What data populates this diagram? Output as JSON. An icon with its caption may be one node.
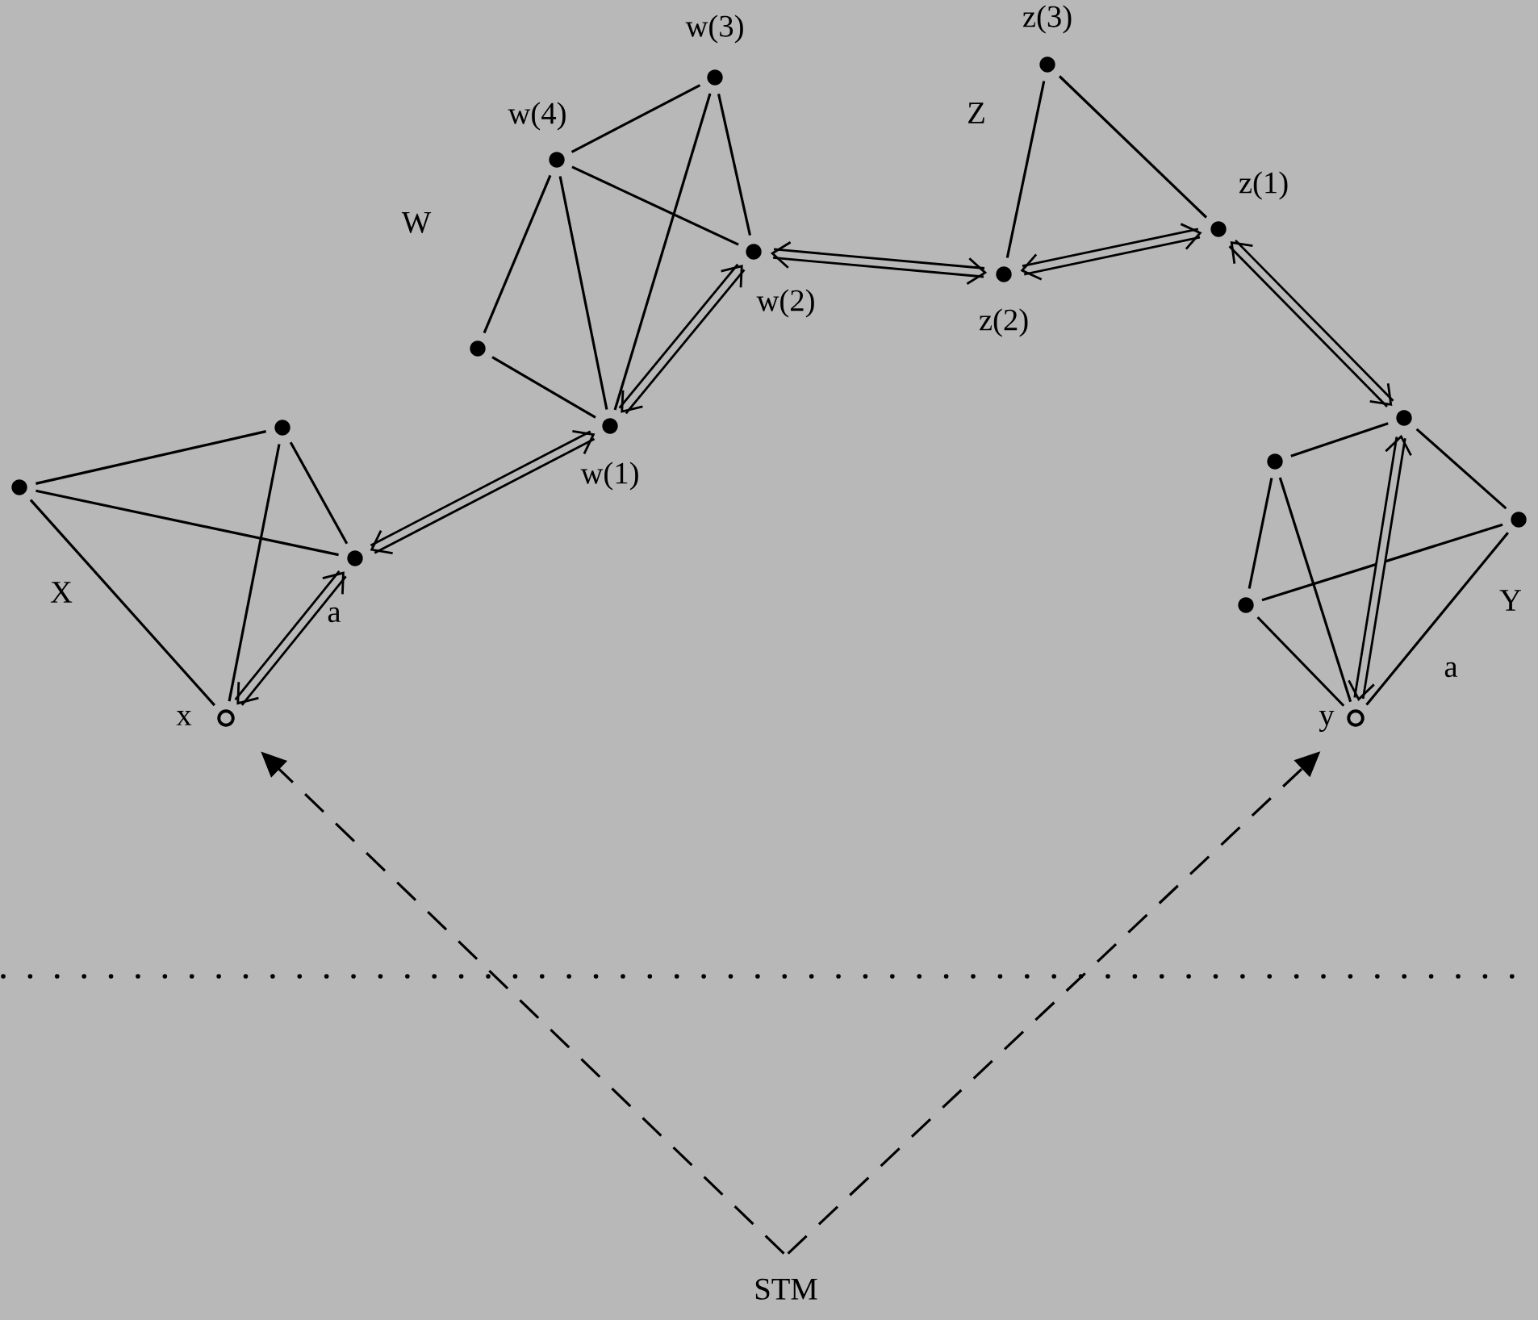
{
  "diagram": {
    "nodes": [
      {
        "text": [],
        "shape": "dot"
      },
      {
        "text": [],
        "shape": "dot"
      },
      {
        "text": [],
        "shape": "dot"
      },
      {
        "text": [],
        "shape": "circle",
        "beside": [
          "x"
        ]
      },
      {
        "text": [],
        "shape": "dot",
        "beside": [
          "w(4)"
        ]
      },
      {
        "text": [],
        "shape": "dot",
        "beside": [
          "w(3)"
        ]
      },
      {
        "text": [],
        "shape": "dot"
      },
      {
        "text": [],
        "shape": "dot",
        "beside": [
          "w(2)"
        ]
      },
      {
        "text": [],
        "shape": "dot",
        "beside": [
          "w(1)"
        ]
      },
      {
        "text": [],
        "shape": "dot",
        "beside": [
          "z(3)"
        ]
      },
      {
        "text": [],
        "shape": "dot",
        "beside": [
          "z(2)"
        ]
      },
      {
        "text": [],
        "shape": "dot",
        "beside": [
          "z(1)"
        ]
      },
      {
        "text": [],
        "shape": "dot"
      },
      {
        "text": [],
        "shape": "dot"
      },
      {
        "text": [],
        "shape": "dot"
      },
      {
        "text": [],
        "shape": "dot"
      },
      {
        "text": [],
        "shape": "circle",
        "beside": [
          "y"
        ]
      },
      {
        "text": [
          "STM"
        ]
      }
    ],
    "edges": [
      {
        "from": 0,
        "to": 1,
        "arrow": "none"
      },
      {
        "from": 0,
        "to": 2,
        "arrow": "none"
      },
      {
        "from": 0,
        "to": 3,
        "arrow": "none"
      },
      {
        "from": 1,
        "to": 2,
        "arrow": "none"
      },
      {
        "from": 1,
        "to": 3,
        "arrow": "none"
      },
      {
        "from": 2,
        "to": 3,
        "arrow": "both",
        "style": "thick"
      },
      {
        "from": 2,
        "to": 8,
        "arrow": "both",
        "style": "thick"
      },
      {
        "from": 4,
        "to": 5,
        "arrow": "none"
      },
      {
        "from": 4,
        "to": 7,
        "arrow": "none"
      },
      {
        "from": 4,
        "to": 6,
        "arrow": "none"
      },
      {
        "from": 4,
        "to": 8,
        "arrow": "none"
      },
      {
        "from": 6,
        "to": 8,
        "arrow": "none"
      },
      {
        "from": 5,
        "to": 8,
        "arrow": "none"
      },
      {
        "from": 5,
        "to": 7,
        "arrow": "none"
      },
      {
        "from": 7,
        "to": 8,
        "arrow": "both",
        "style": "thick"
      },
      {
        "from": 7,
        "to": 10,
        "arrow": "both",
        "style": "thick"
      },
      {
        "from": 9,
        "to": 10,
        "arrow": "none"
      },
      {
        "from": 9,
        "to": 11,
        "arrow": "none"
      },
      {
        "from": 10,
        "to": 11,
        "arrow": "both",
        "style": "thick"
      },
      {
        "from": 11,
        "to": 12,
        "arrow": "both",
        "style": "thick"
      },
      {
        "from": 13,
        "to": 12,
        "arrow": "none"
      },
      {
        "from": 12,
        "to": 14,
        "arrow": "none"
      },
      {
        "from": 13,
        "to": 15,
        "arrow": "none"
      },
      {
        "from": 13,
        "to": 16,
        "arrow": "none"
      },
      {
        "from": 15,
        "to": 14,
        "arrow": "none"
      },
      {
        "from": 15,
        "to": 16,
        "arrow": "none"
      },
      {
        "from": 14,
        "to": 16,
        "arrow": "none"
      },
      {
        "from": 12,
        "to": 16,
        "arrow": "both",
        "style": "thick"
      },
      {
        "from": 17,
        "to": 3,
        "arrow": "to",
        "style": "dashed"
      },
      {
        "from": 17,
        "to": 16,
        "arrow": "to",
        "style": "dashed"
      }
    ],
    "labels": [
      "W",
      "Z",
      "X",
      "a",
      "Y",
      "a"
    ]
  }
}
